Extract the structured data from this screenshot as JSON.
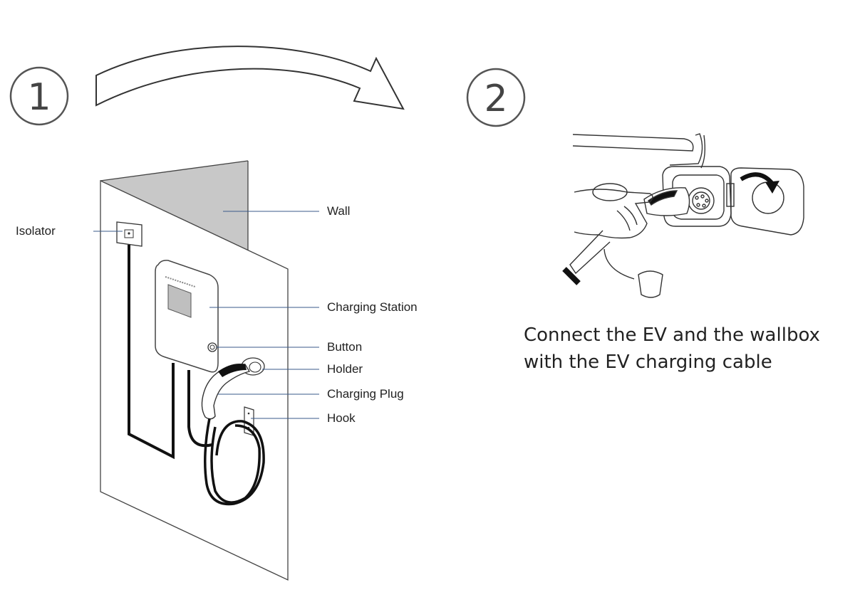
{
  "steps": {
    "step1_number": "1",
    "step2_number": "2"
  },
  "labels": {
    "isolator": "Isolator",
    "wall": "Wall",
    "charging_station": "Charging Station",
    "button": "Button",
    "holder": "Holder",
    "charging_plug": "Charging Plug",
    "hook": "Hook"
  },
  "caption": {
    "line1": "Connect the EV and the wallbox",
    "line2": "with the EV charging cable"
  },
  "colors": {
    "line": "#333333",
    "leader": "#3a5a8a",
    "wall_shade": "#c8c8c8"
  }
}
